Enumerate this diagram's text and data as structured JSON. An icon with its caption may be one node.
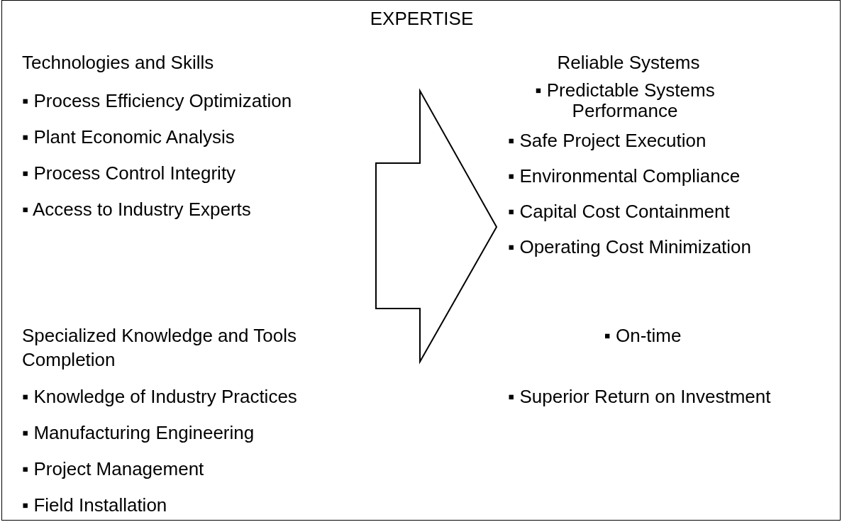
{
  "diagram": {
    "nodes": [
      {
        "text": [
          "EXPERTISE"
        ]
      },
      {
        "text": [
          "Technologies and Skills",
          "▪ Process Efficiency Optimization",
          "▪ Plant Economic Analysis",
          "▪ Process Control Integrity",
          "▪ Access to Industry Experts",
          "Specialized Knowledge and Tools Completion",
          "▪ Knowledge of Industry Practices",
          "▪ Manufacturing Engineering",
          "▪ Project Management",
          "▪ Field Installation"
        ],
        "in": 0
      },
      {
        "text": [
          "Reliable Systems",
          "▪ Predictable Systems Performance",
          "▪ Safe Project Execution",
          "▪ Environmental Compliance",
          "▪ Capital Cost Containment",
          "▪ Operating Cost Minimization",
          "▪ On-time",
          "▪ Superior Return on Investment"
        ],
        "in": 0
      }
    ],
    "edges": [
      {
        "from": 1,
        "to": 2,
        "arrow": "to"
      }
    ]
  }
}
